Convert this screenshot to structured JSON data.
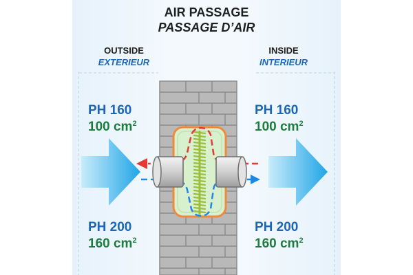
{
  "header": {
    "title": "AIR PASSAGE",
    "title_fr": "PASSAGE D’AIR"
  },
  "outside": {
    "label": "OUTSIDE",
    "label_fr": "EXTERIEUR"
  },
  "inside": {
    "label": "INSIDE",
    "label_fr": "INTERIEUR"
  },
  "specs": {
    "top_left": {
      "model": "PH 160",
      "area": "100 cm",
      "unit_sup": "2"
    },
    "top_right": {
      "model": "PH 160",
      "area": "100 cm",
      "unit_sup": "2"
    },
    "bottom_left": {
      "model": "PH 200",
      "area": "160 cm",
      "unit_sup": "2"
    },
    "bottom_right": {
      "model": "PH 200",
      "area": "160 cm",
      "unit_sup": "2"
    }
  },
  "colors": {
    "brick_fill": "#b9b9b9",
    "brick_mortar": "#8c8c8c",
    "flow_outgoing": "#e53935",
    "flow_incoming": "#1e88e5",
    "arrow_gradient_dark": "#21a5e6",
    "arrow_gradient_light": "#c8ecfb",
    "core_fill": "#d9f0cf",
    "core_border": "#f08a3a",
    "coil": "#9bbf3a"
  }
}
